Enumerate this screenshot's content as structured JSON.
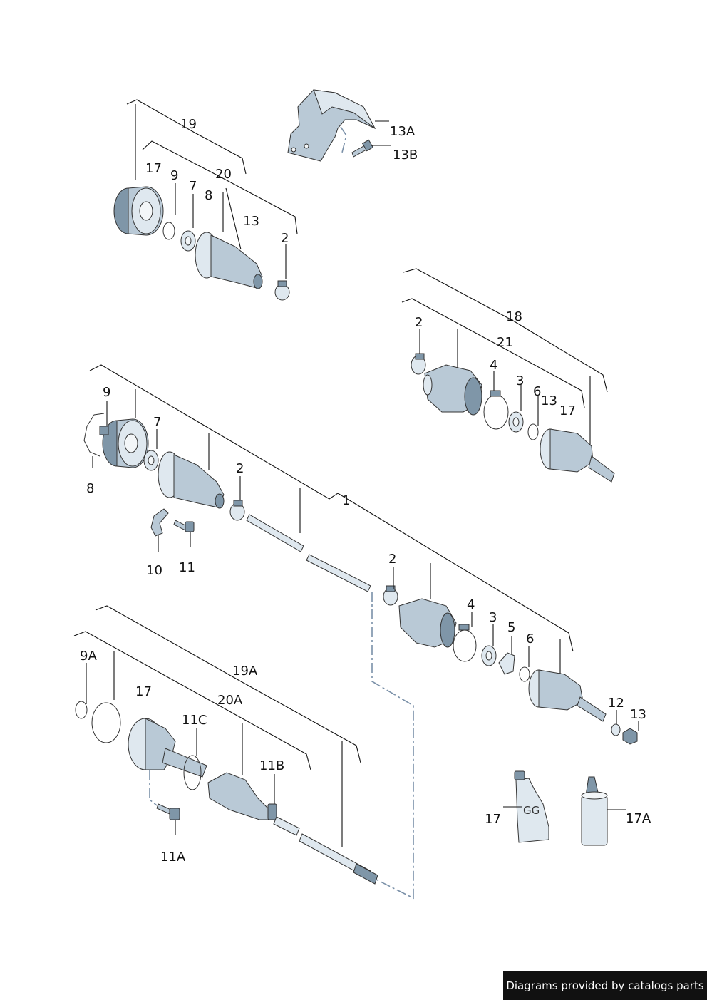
{
  "labels": {
    "l19": "19",
    "l17a": "17",
    "l9a": "9",
    "l7a": "7",
    "l20": "20",
    "l8a": "8",
    "l13a": "13",
    "l2a": "2",
    "l13A": "13A",
    "l13B": "13B",
    "l18": "18",
    "l2b": "2",
    "l21": "21",
    "l4a": "4",
    "l3a": "3",
    "l6a": "6",
    "l13b": "13",
    "l17b": "17",
    "l9b": "9",
    "l7b": "7",
    "l8b": "8",
    "l2c": "2",
    "l1": "1",
    "l10": "10",
    "l11": "11",
    "l2d": "2",
    "l4b": "4",
    "l3b": "3",
    "l5": "5",
    "l6b": "6",
    "l12": "12",
    "l13c": "13",
    "l9A": "9A",
    "l17c": "17",
    "l19A": "19A",
    "l20A": "20A",
    "l11C": "11C",
    "l11B": "11B",
    "l11A": "11A",
    "l17d": "17",
    "l17A": "17A"
  },
  "tube_text": "GG",
  "footer": "Diagrams provided by catalogs parts"
}
